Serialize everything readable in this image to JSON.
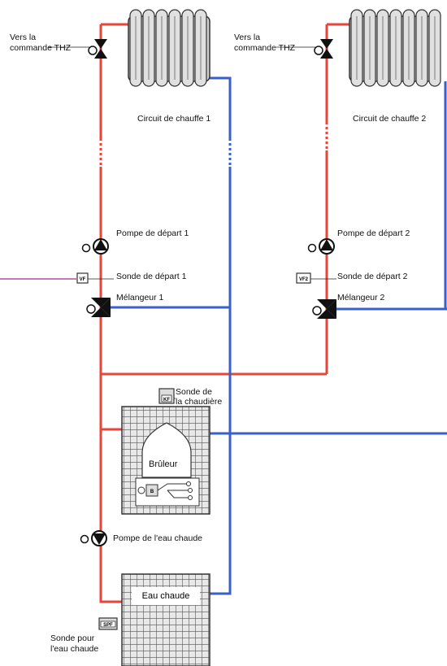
{
  "labels": {
    "vers_1": "Vers la",
    "commande_1": "commande THZ",
    "vers_2": "Vers la",
    "commande_2": "commande THZ",
    "circuit_1": "Circuit de chauffe 1",
    "circuit_2": "Circuit de chauffe 2",
    "pompe_depart_1": "Pompe de départ 1",
    "pompe_depart_2": "Pompe de départ 2",
    "sonde_depart_1": "Sonde de départ 1",
    "sonde_depart_2": "Sonde de départ 2",
    "melangeur_1": "Mélangeur 1",
    "melangeur_2": "Mélangeur 2",
    "sonde_chaudiere_1": "Sonde de",
    "sonde_chaudiere_2": "la chaudière",
    "bruleur": "Brûleur",
    "pompe_eau_chaude": "Pompe de l'eau chaude",
    "eau_chaude": "Eau chaude",
    "sonde_eau_chaude_1": "Sonde pour",
    "sonde_eau_chaude_2": "l'eau chaude"
  },
  "sensor_codes": {
    "depart_1": "VF",
    "depart_2": "VF2",
    "chaudiere": "KF",
    "bruleur": "B",
    "eau_chaude": "SPF"
  },
  "colors": {
    "flow": "#e8443a",
    "return": "#3a5fc8",
    "signal": "#c87ab8",
    "grid": "#555555"
  }
}
